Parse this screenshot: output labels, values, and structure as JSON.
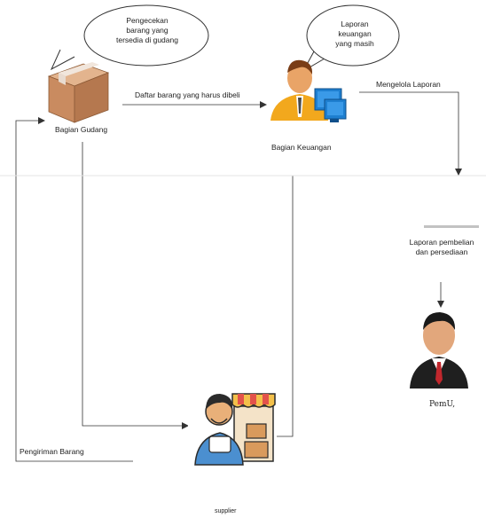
{
  "bubbles": {
    "gudang": {
      "lines": [
        "Pengecekan",
        "barang yang",
        "tersedia di gudang"
      ]
    },
    "keuangan": {
      "lines": [
        "Laporan",
        "keuangan",
        "yang masih"
      ]
    }
  },
  "nodes": {
    "gudang": {
      "label": "Bagian Gudang",
      "icon": "box-icon"
    },
    "keuangan": {
      "label": "Bagian Keuangan",
      "icon": "accountant-computer-icon"
    },
    "pemilik": {
      "label": "PemU,",
      "icon": "businessman-icon"
    },
    "supplier": {
      "label": "supplier",
      "icon": "shop-vendor-icon"
    }
  },
  "edges": {
    "daftar": "Daftar barang yang harus dibeli",
    "mengelola": "Mengelola Laporan",
    "laporan": {
      "lines": [
        "Laporan pembelian",
        "dan persediaan"
      ]
    },
    "pengiriman": "Pengiriman Barang"
  },
  "colors": {
    "line": "#333333",
    "box_light": "#d9a37a",
    "box_dark": "#b5784f",
    "skin": "#e9a467",
    "shirt_orange": "#f2a81d",
    "monitor": "#1e7fd0",
    "awning_red": "#e2524a",
    "awning_yellow": "#f3c04a",
    "vendor_shirt": "#4b8fd0",
    "suit": "#1f1f1f",
    "tie": "#c1272d"
  }
}
